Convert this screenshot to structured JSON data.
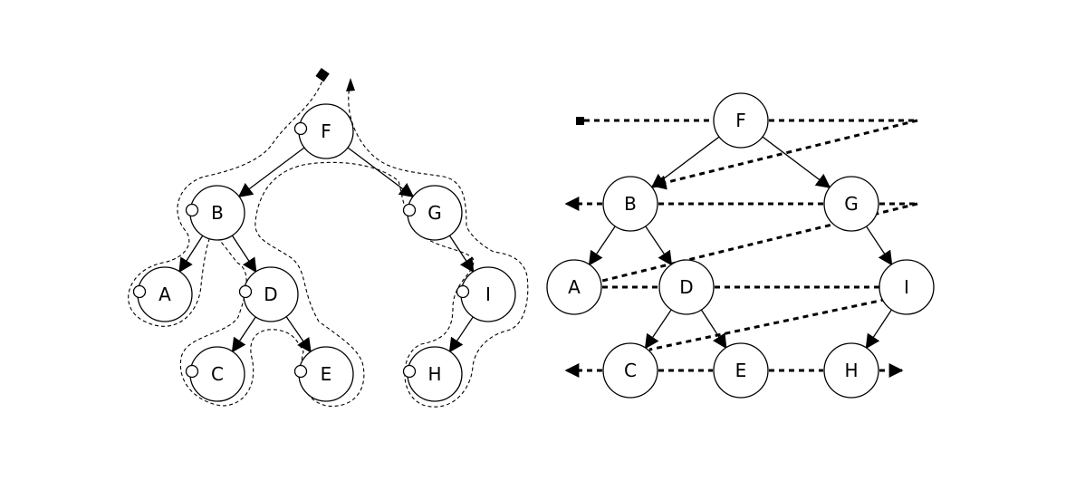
{
  "left_tree": {
    "nodes": [
      {
        "id": "F",
        "label": "F"
      },
      {
        "id": "B",
        "label": "B"
      },
      {
        "id": "G",
        "label": "G"
      },
      {
        "id": "A",
        "label": "A"
      },
      {
        "id": "D",
        "label": "D"
      },
      {
        "id": "I",
        "label": "I"
      },
      {
        "id": "C",
        "label": "C"
      },
      {
        "id": "E",
        "label": "E"
      },
      {
        "id": "H",
        "label": "H"
      }
    ],
    "edges": [
      [
        "F",
        "B"
      ],
      [
        "F",
        "G"
      ],
      [
        "B",
        "A"
      ],
      [
        "B",
        "D"
      ],
      [
        "D",
        "C"
      ],
      [
        "D",
        "E"
      ],
      [
        "G",
        "I"
      ],
      [
        "I",
        "H"
      ]
    ]
  },
  "right_tree": {
    "nodes": [
      {
        "id": "F",
        "label": "F"
      },
      {
        "id": "B",
        "label": "B"
      },
      {
        "id": "G",
        "label": "G"
      },
      {
        "id": "A",
        "label": "A"
      },
      {
        "id": "D",
        "label": "D"
      },
      {
        "id": "I",
        "label": "I"
      },
      {
        "id": "C",
        "label": "C"
      },
      {
        "id": "E",
        "label": "E"
      },
      {
        "id": "H",
        "label": "H"
      }
    ],
    "edges": [
      [
        "F",
        "B"
      ],
      [
        "F",
        "G"
      ],
      [
        "B",
        "A"
      ],
      [
        "B",
        "D"
      ],
      [
        "D",
        "C"
      ],
      [
        "D",
        "E"
      ],
      [
        "G",
        "I"
      ],
      [
        "I",
        "H"
      ]
    ]
  }
}
